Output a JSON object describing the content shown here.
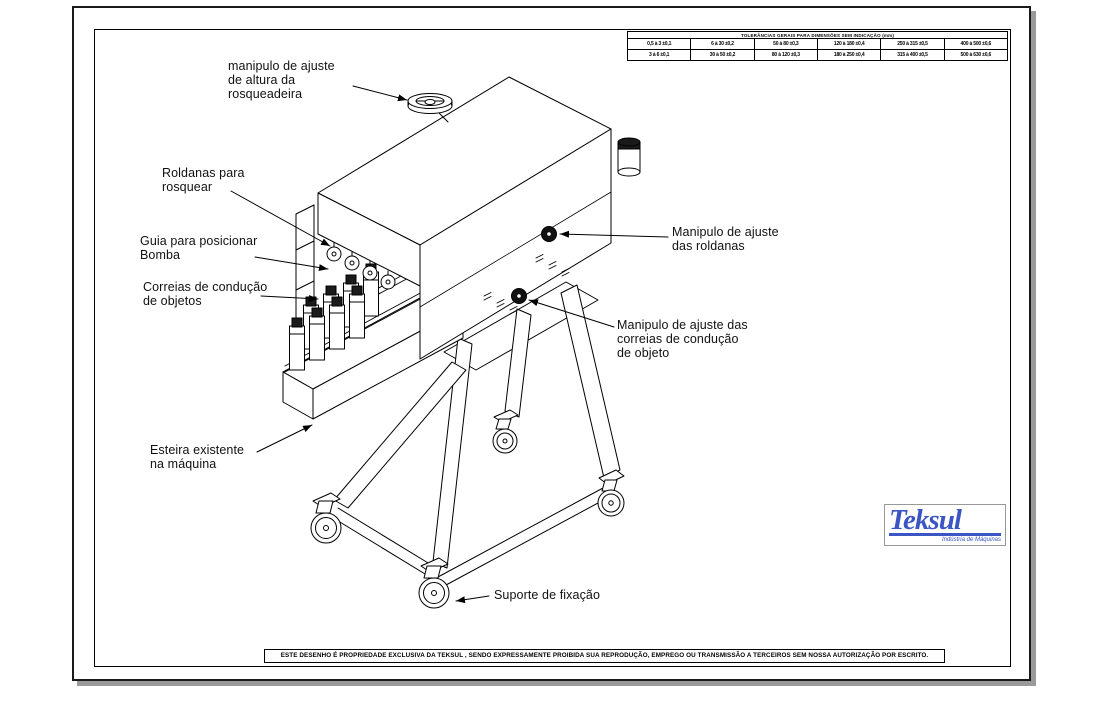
{
  "sheet": {
    "disclaimer": "ESTE DESENHO É PROPRIEDADE EXCLUSIVA  DA TEKSUL , SENDO EXPRESSAMENTE PROIBIDA  SUA REPRODUÇÃO, EMPREGO OU TRANSMISSÃO A TERCEIROS SEM NOSSA AUTORIZAÇÃO POR ESCRITO."
  },
  "logo": {
    "name": "Teksul",
    "tagline": "Indústria de Máquinas",
    "color": "#3b55c4"
  },
  "tolerance_table": {
    "title": "TOLERÂNCIAS GERAIS PARA DIMENSÕES SEM INDICAÇÃO (mm)",
    "rows": [
      [
        "0,5 à 3 ±0,1",
        "6 à 30 ±0,2",
        "50 à 80 ±0,3",
        "120 à 180 ±0,4",
        "250 à 315 ±0,5",
        "400 à 500 ±0,6"
      ],
      [
        "3 à 6 ±0,1",
        "30 à 50 ±0,2",
        "80 à 120 ±0,3",
        "180 à 250 ±0,4",
        "315 à 400 ±0,5",
        "500 à 630 ±0,6"
      ]
    ]
  },
  "labels": [
    {
      "id": "altura",
      "text": "manipulo de ajuste\nde altura da\nrosqueadeira"
    },
    {
      "id": "roldanas",
      "text": "Roldanas para\nrosquear"
    },
    {
      "id": "guia",
      "text": "Guia para posicionar\nBomba"
    },
    {
      "id": "correias",
      "text": "Correias de condução\nde objetos"
    },
    {
      "id": "manip_roldanas",
      "text": "Manipulo de ajuste\ndas roldanas"
    },
    {
      "id": "manip_correias",
      "text": "Manipulo de ajuste das\ncorreias de condução\nde objeto"
    },
    {
      "id": "esteira",
      "text": "Esteira existente\nna máquina"
    },
    {
      "id": "suporte",
      "text": "Suporte de fixação"
    }
  ]
}
